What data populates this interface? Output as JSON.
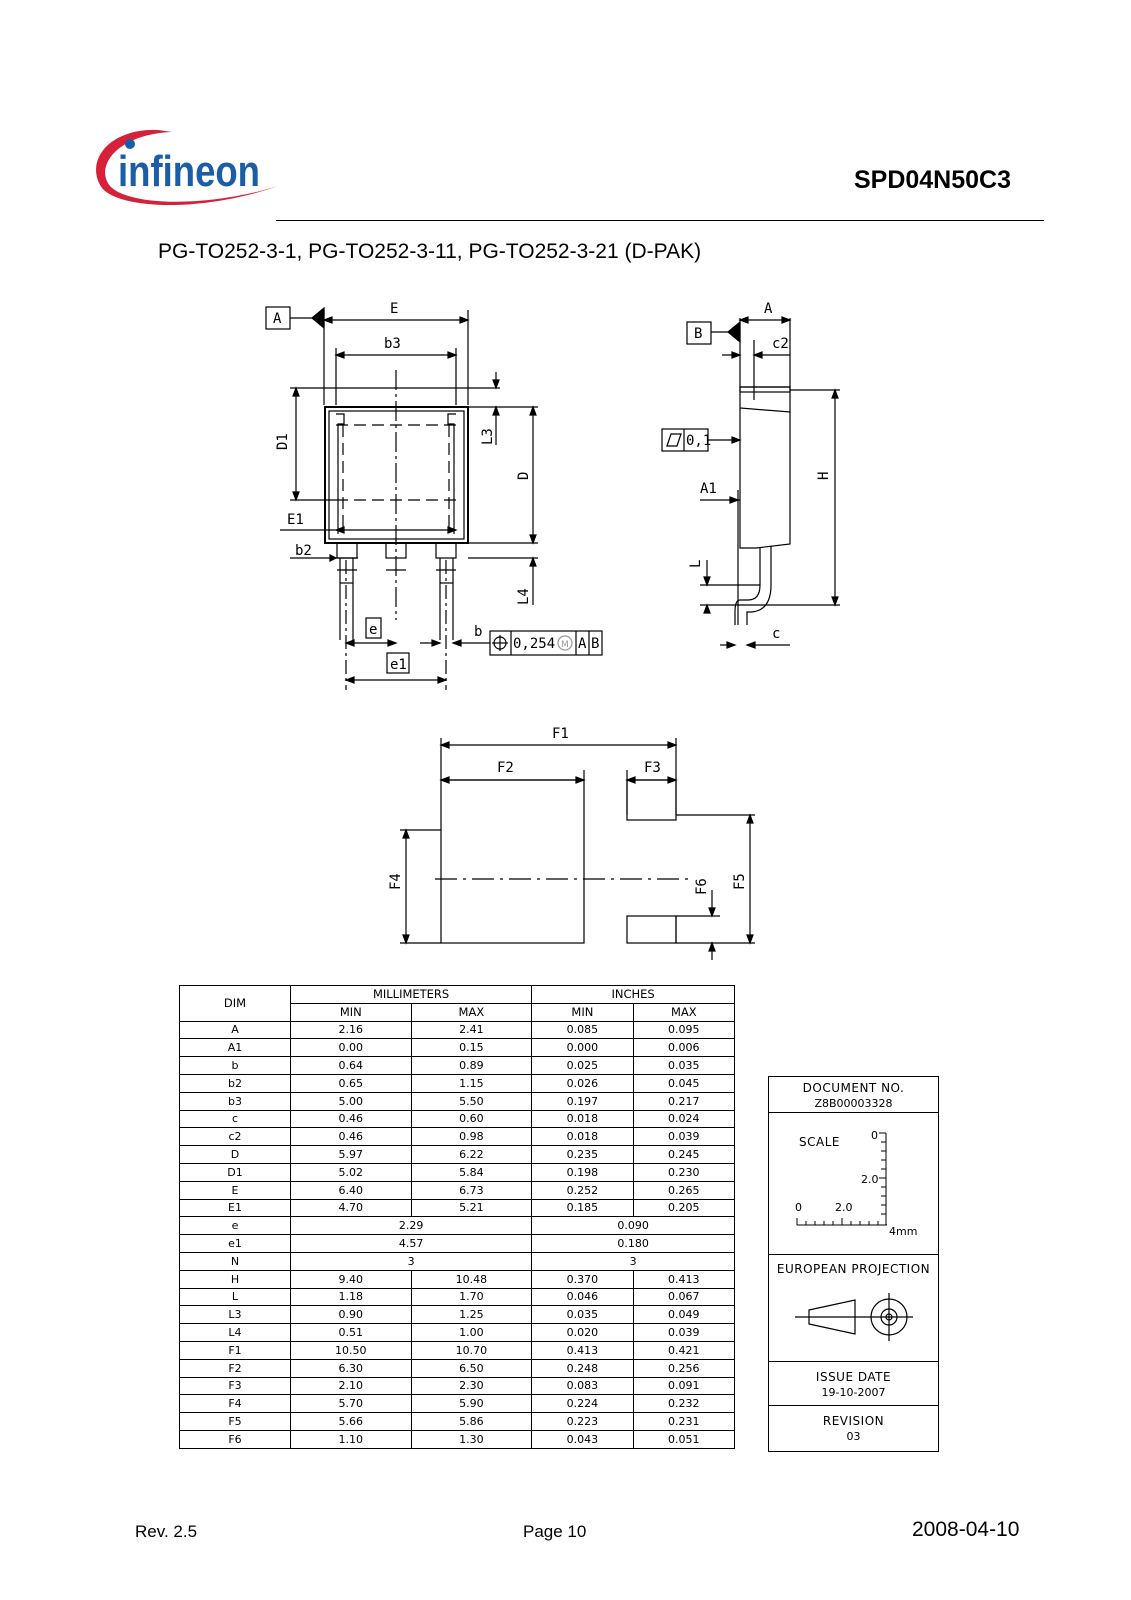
{
  "header": {
    "logo_text": "infineon",
    "part_number": "SPD04N50C3",
    "package_title": "PG-TO252-3-1, PG-TO252-3-11, PG-TO252-3-21 (D-PAK)"
  },
  "drawing_labels": {
    "datum_a": "A",
    "datum_b": "B",
    "e_cap": "E",
    "b3": "b3",
    "d1": "D1",
    "l3": "L3",
    "d": "D",
    "e1_cap": "E1",
    "b2": "b2",
    "l4": "L4",
    "e": "e",
    "e1": "e1",
    "b": "b",
    "tolerance_value": "0,254",
    "tolerance_m": "M",
    "tolerance_ref_a": "A",
    "tolerance_ref_b": "B",
    "a_side": "A",
    "c2": "c2",
    "flatness_value": "0,1",
    "a1": "A1",
    "h": "H",
    "l": "L",
    "c": "c",
    "f1": "F1",
    "f2": "F2",
    "f3": "F3",
    "f4": "F4",
    "f5": "F5",
    "f6": "F6"
  },
  "table": {
    "col_dim": "DIM",
    "col_mm": "MILLIMETERS",
    "col_in": "INCHES",
    "min": "MIN",
    "max": "MAX",
    "rows": [
      {
        "dim": "A",
        "mm_min": "2.16",
        "mm_max": "2.41",
        "in_min": "0.085",
        "in_max": "0.095"
      },
      {
        "dim": "A1",
        "mm_min": "0.00",
        "mm_max": "0.15",
        "in_min": "0.000",
        "in_max": "0.006"
      },
      {
        "dim": "b",
        "mm_min": "0.64",
        "mm_max": "0.89",
        "in_min": "0.025",
        "in_max": "0.035"
      },
      {
        "dim": "b2",
        "mm_min": "0.65",
        "mm_max": "1.15",
        "in_min": "0.026",
        "in_max": "0.045"
      },
      {
        "dim": "b3",
        "mm_min": "5.00",
        "mm_max": "5.50",
        "in_min": "0.197",
        "in_max": "0.217"
      },
      {
        "dim": "c",
        "mm_min": "0.46",
        "mm_max": "0.60",
        "in_min": "0.018",
        "in_max": "0.024"
      },
      {
        "dim": "c2",
        "mm_min": "0.46",
        "mm_max": "0.98",
        "in_min": "0.018",
        "in_max": "0.039"
      },
      {
        "dim": "D",
        "mm_min": "5.97",
        "mm_max": "6.22",
        "in_min": "0.235",
        "in_max": "0.245"
      },
      {
        "dim": "D1",
        "mm_min": "5.02",
        "mm_max": "5.84",
        "in_min": "0.198",
        "in_max": "0.230"
      },
      {
        "dim": "E",
        "mm_min": "6.40",
        "mm_max": "6.73",
        "in_min": "0.252",
        "in_max": "0.265"
      },
      {
        "dim": "E1",
        "mm_min": "4.70",
        "mm_max": "5.21",
        "in_min": "0.185",
        "in_max": "0.205"
      },
      {
        "dim": "e",
        "mm": "2.29",
        "in": "0.090"
      },
      {
        "dim": "e1",
        "mm": "4.57",
        "in": "0.180"
      },
      {
        "dim": "N",
        "mm": "3",
        "in": "3"
      },
      {
        "dim": "H",
        "mm_min": "9.40",
        "mm_max": "10.48",
        "in_min": "0.370",
        "in_max": "0.413"
      },
      {
        "dim": "L",
        "mm_min": "1.18",
        "mm_max": "1.70",
        "in_min": "0.046",
        "in_max": "0.067"
      },
      {
        "dim": "L3",
        "mm_min": "0.90",
        "mm_max": "1.25",
        "in_min": "0.035",
        "in_max": "0.049"
      },
      {
        "dim": "L4",
        "mm_min": "0.51",
        "mm_max": "1.00",
        "in_min": "0.020",
        "in_max": "0.039"
      },
      {
        "dim": "F1",
        "mm_min": "10.50",
        "mm_max": "10.70",
        "in_min": "0.413",
        "in_max": "0.421"
      },
      {
        "dim": "F2",
        "mm_min": "6.30",
        "mm_max": "6.50",
        "in_min": "0.248",
        "in_max": "0.256"
      },
      {
        "dim": "F3",
        "mm_min": "2.10",
        "mm_max": "2.30",
        "in_min": "0.083",
        "in_max": "0.091"
      },
      {
        "dim": "F4",
        "mm_min": "5.70",
        "mm_max": "5.90",
        "in_min": "0.224",
        "in_max": "0.232"
      },
      {
        "dim": "F5",
        "mm_min": "5.66",
        "mm_max": "5.86",
        "in_min": "0.223",
        "in_max": "0.231"
      },
      {
        "dim": "F6",
        "mm_min": "1.10",
        "mm_max": "1.30",
        "in_min": "0.043",
        "in_max": "0.051"
      }
    ]
  },
  "info_box": {
    "doc_label": "DOCUMENT NO.",
    "doc_value": "Z8B00003328",
    "scale_label": "SCALE",
    "scale_v0": "0",
    "scale_v2": "2.0",
    "scale_h0": "0",
    "scale_h2": "2.0",
    "scale_unit": "4mm",
    "projection_label": "EUROPEAN PROJECTION",
    "issue_label": "ISSUE DATE",
    "issue_value": "19-10-2007",
    "revision_label": "REVISION",
    "revision_value": "03"
  },
  "footer": {
    "rev": "Rev. 2.5",
    "page": "Page 10",
    "date": "2008-04-10"
  },
  "colors": {
    "logo_blue": "#1a5ea8",
    "logo_red": "#d6213a"
  }
}
